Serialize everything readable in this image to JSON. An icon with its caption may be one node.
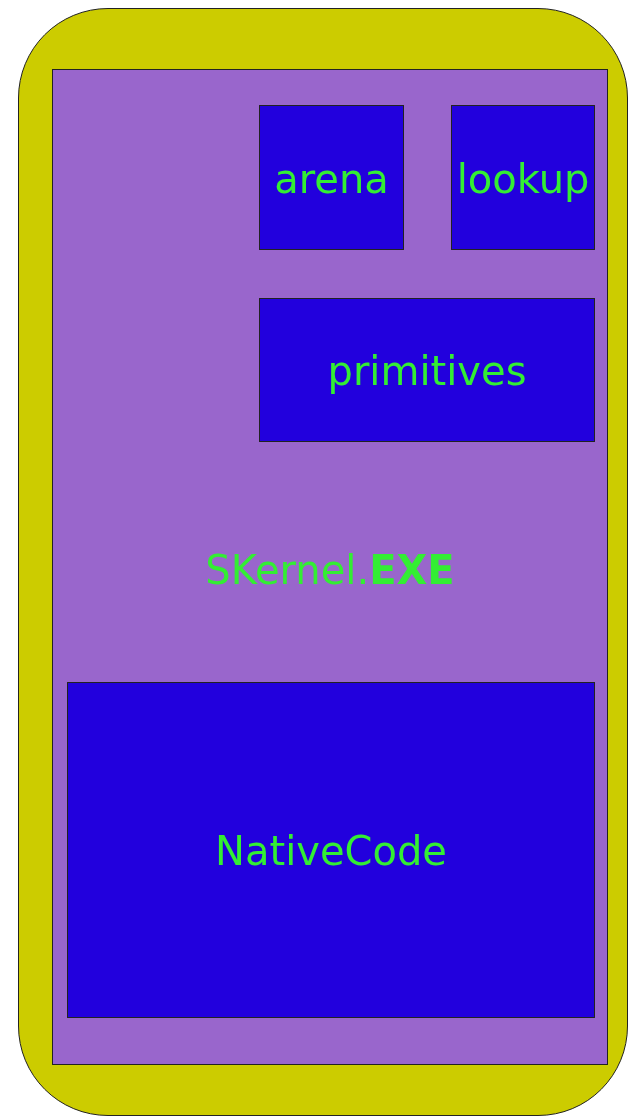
{
  "diagram": {
    "nodes": [
      {
        "text": [],
        "shape": "box"
      },
      {
        "text": [
          "SKernel.**EXE**"
        ],
        "in": 0
      },
      {
        "text": [
          "arena"
        ],
        "in": 1
      },
      {
        "text": [
          "lookup"
        ],
        "in": 1
      },
      {
        "text": [
          "primitives"
        ],
        "in": 1
      },
      {
        "text": [
          "NativeCode"
        ],
        "in": 1
      }
    ]
  }
}
